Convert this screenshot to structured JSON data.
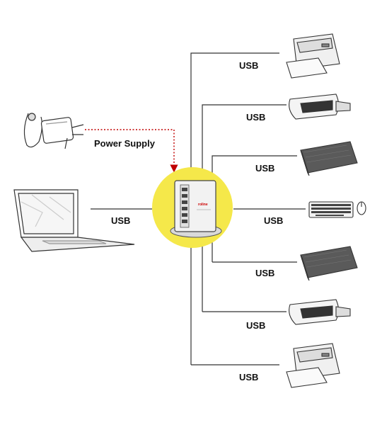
{
  "labels": {
    "power_supply": "Power Supply",
    "usb": "USB"
  },
  "hub": {
    "brand": "roline",
    "accent_color": "#f5e84a",
    "connection_color": "#c00000"
  },
  "devices": [
    {
      "name": "printer",
      "icon": "printer-icon"
    },
    {
      "name": "card-reader",
      "icon": "card-reader-icon"
    },
    {
      "name": "external-drive",
      "icon": "hard-drive-icon"
    },
    {
      "name": "keyboard-and-mouse",
      "icon": "keyboard-icon"
    },
    {
      "name": "external-drive",
      "icon": "hard-drive-icon"
    },
    {
      "name": "card-reader",
      "icon": "card-reader-icon"
    },
    {
      "name": "printer",
      "icon": "printer-icon"
    }
  ],
  "sources": [
    {
      "name": "laptop",
      "icon": "laptop-icon"
    },
    {
      "name": "power-adapter",
      "icon": "power-adapter-icon"
    }
  ]
}
